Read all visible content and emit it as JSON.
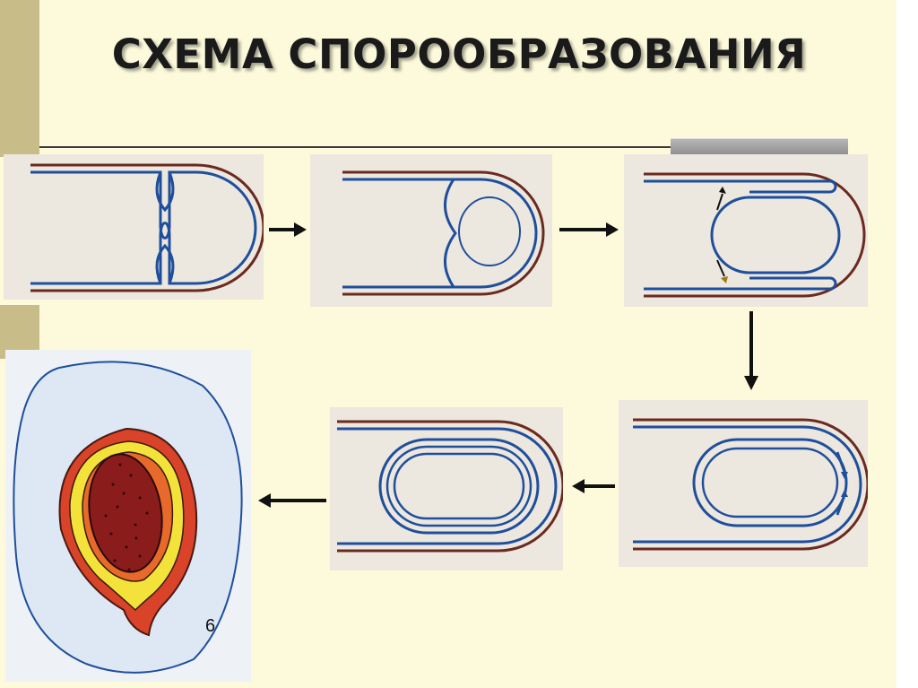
{
  "slide": {
    "title": "СХЕМА СПОРООБРАЗОВАНИЯ",
    "stage_label": "6"
  },
  "colors": {
    "background": "#fdfadb",
    "side_accent": "#c8bd88",
    "cell_wall": "#6b2a1e",
    "membrane": "#1f4f9c",
    "spore_core": "#8a1c1c",
    "spore_yellow": "#f2e23a",
    "spore_red": "#d8432a"
  },
  "diagram": {
    "stages": [
      {
        "id": 1,
        "name": "septum-formation"
      },
      {
        "id": 2,
        "name": "forespore-cutoff"
      },
      {
        "id": 3,
        "name": "engulfment"
      },
      {
        "id": 4,
        "name": "forespore-with-double-membrane"
      },
      {
        "id": 5,
        "name": "cortex-formation"
      },
      {
        "id": 6,
        "name": "mature-spore"
      }
    ]
  }
}
